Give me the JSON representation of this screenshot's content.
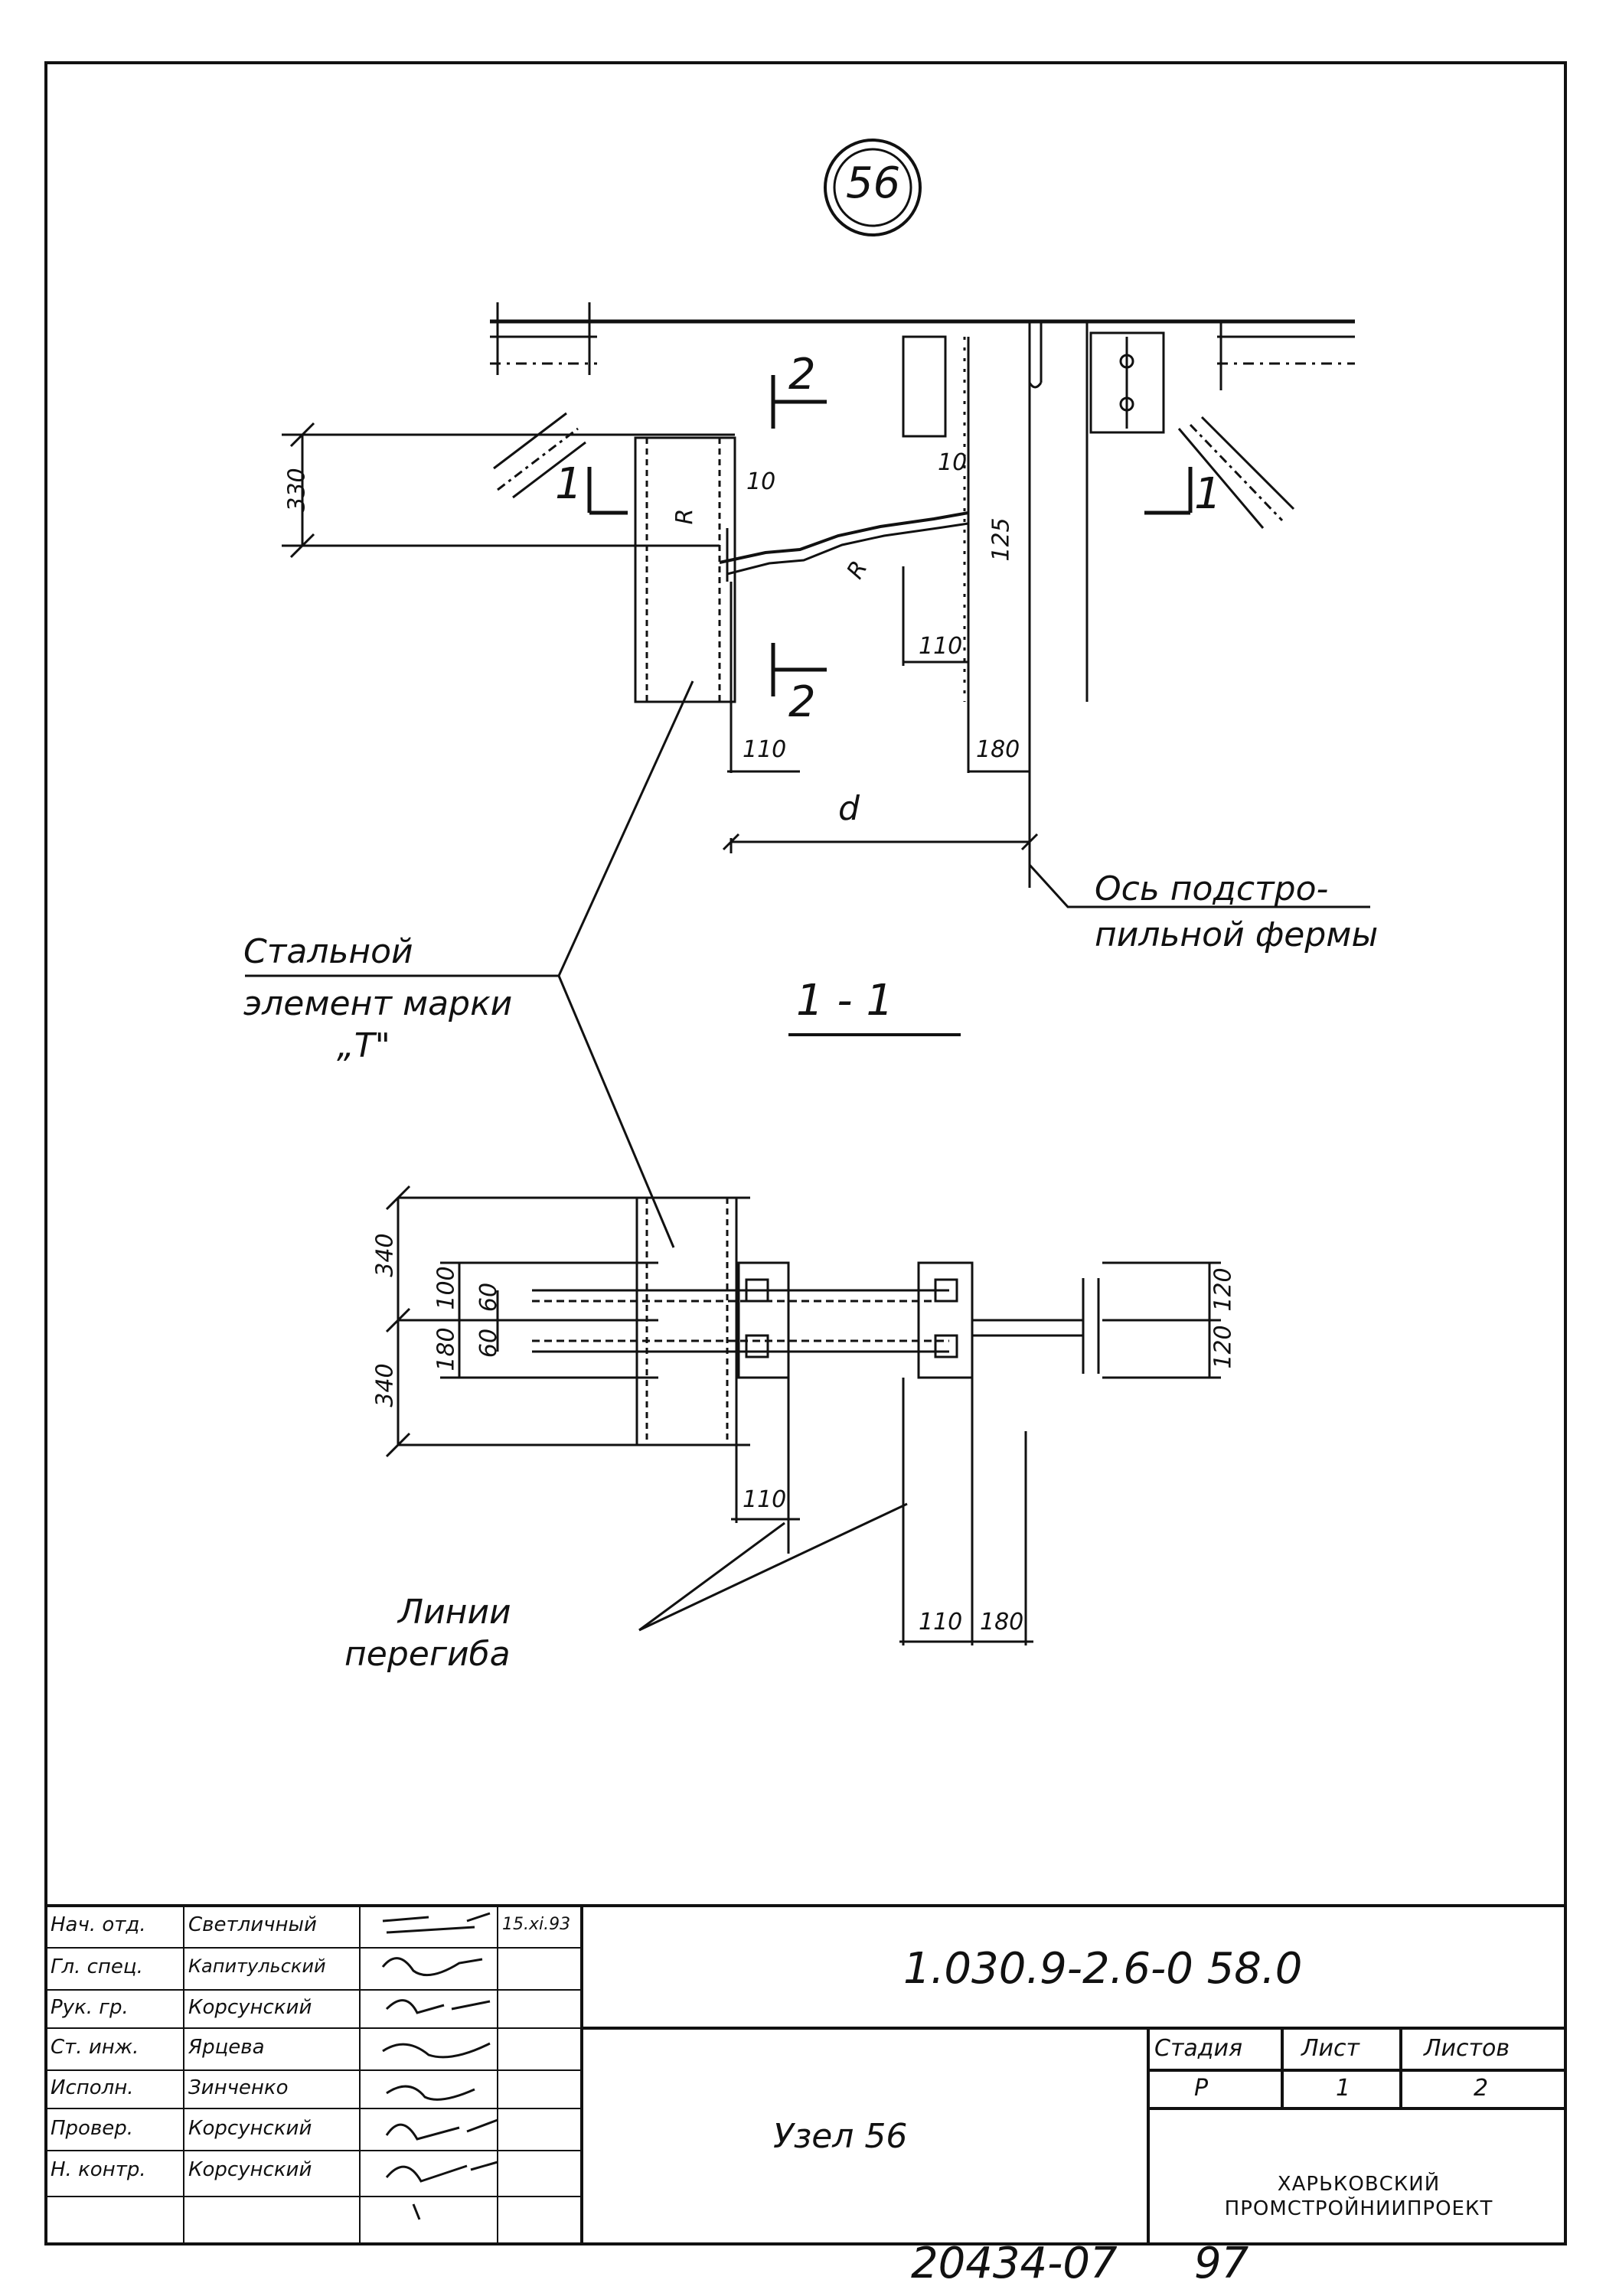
{
  "node_number": "56",
  "section_mark": "1 - 1",
  "cut_marks": {
    "section2_top": "2",
    "section2_bottom": "2",
    "section1_left": "1",
    "section1_right": "1"
  },
  "dimensions_plan": {
    "height_330": "330",
    "d10_a": "10",
    "d10_b": "10",
    "d125": "125",
    "d110_right": "110",
    "d110_bottom": "110",
    "d180": "180",
    "d_label": "d",
    "r_left": "R",
    "r_right": "R"
  },
  "dimensions_section": {
    "d340_top": "340",
    "d340_bottom": "340",
    "d100": "100",
    "d180": "180",
    "d60_a": "60",
    "d60_b": "60",
    "d120_top": "120",
    "d120_bottom": "120",
    "d110_left": "110",
    "d110_right": "110",
    "d180_right": "180"
  },
  "annotations": {
    "axis_label_line1": "Ось подстро-",
    "axis_label_line2": "пильной фермы",
    "steel_label_line1": "Стальной",
    "steel_label_line2": "элемент марки",
    "steel_label_line3": "„Т\"",
    "bend_label_line1": "Линии",
    "bend_label_line2": "перегиба"
  },
  "title_block": {
    "roles": [
      "Нач. отд.",
      "Гл. спец.",
      "Рук. гр.",
      "Ст. инж.",
      "Исполн.",
      "Провер.",
      "Н. контр."
    ],
    "names": [
      "Светличный",
      "Капитульский",
      "Корсунский",
      "Ярцева",
      "Зинченко",
      "Корсунский",
      "Корсунский"
    ],
    "date_mark": "15.xi.93",
    "doc_code": "1.030.9-2.6-0 58.0",
    "drawing_title": "Узел 56",
    "stage_header": "Стадия",
    "sheet_header": "Лист",
    "sheets_header": "Листов",
    "stage_value": "Р",
    "sheet_value": "1",
    "sheets_value": "2",
    "org_line1": "ХАРЬКОВСКИЙ",
    "org_line2": "ПРОМСТРОЙНИИПРОЕКТ"
  },
  "archive_number": "20434-07",
  "page_number": "97"
}
